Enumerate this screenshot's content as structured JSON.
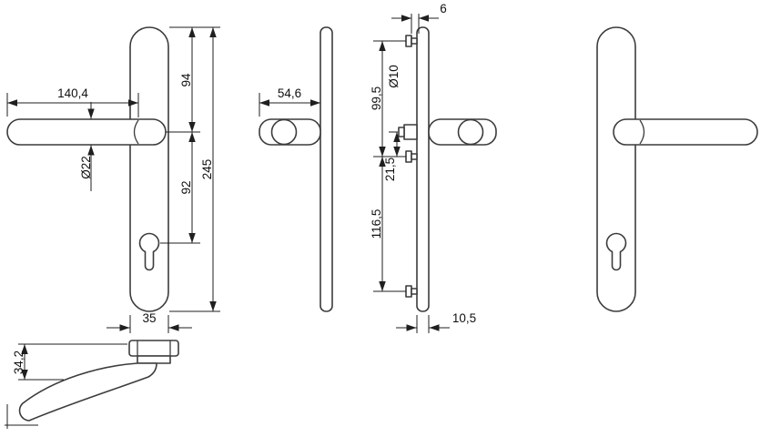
{
  "dimensions": {
    "handle_length": "140,4",
    "handle_diameter": "Ø22",
    "plate_top_to_handle_axis": "94",
    "handle_axis_to_cylinder": "92",
    "plate_height": "245",
    "plate_width": "35",
    "handle_projection": "54,6",
    "screw_head_height": "6",
    "hole_diameter": "Ø10",
    "top_screw_to_spindle": "99,5",
    "spindle_to_screw": "21,5",
    "screw_spacing_lower": "116,5",
    "plate_thickness": "10,5",
    "lever_height": "34,2"
  }
}
